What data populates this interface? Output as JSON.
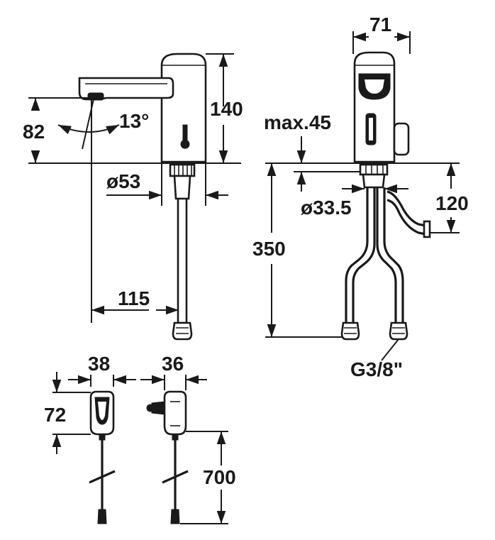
{
  "dimensions": {
    "side_view": {
      "spout_height": "82",
      "spout_angle": "13°",
      "body_height": "140",
      "body_diameter": "ø53",
      "projection": "115"
    },
    "front_view": {
      "width": "71",
      "max_thickness": "max.45",
      "mount_hole": "ø33.5",
      "stop_height": "120",
      "hose_length": "350",
      "thread": "G3/8\""
    },
    "control_box": {
      "width_a": "38",
      "width_b": "36",
      "height": "72",
      "cable_length": "700"
    }
  },
  "colors": {
    "line": "#1a1a1a",
    "background": "#ffffff"
  }
}
